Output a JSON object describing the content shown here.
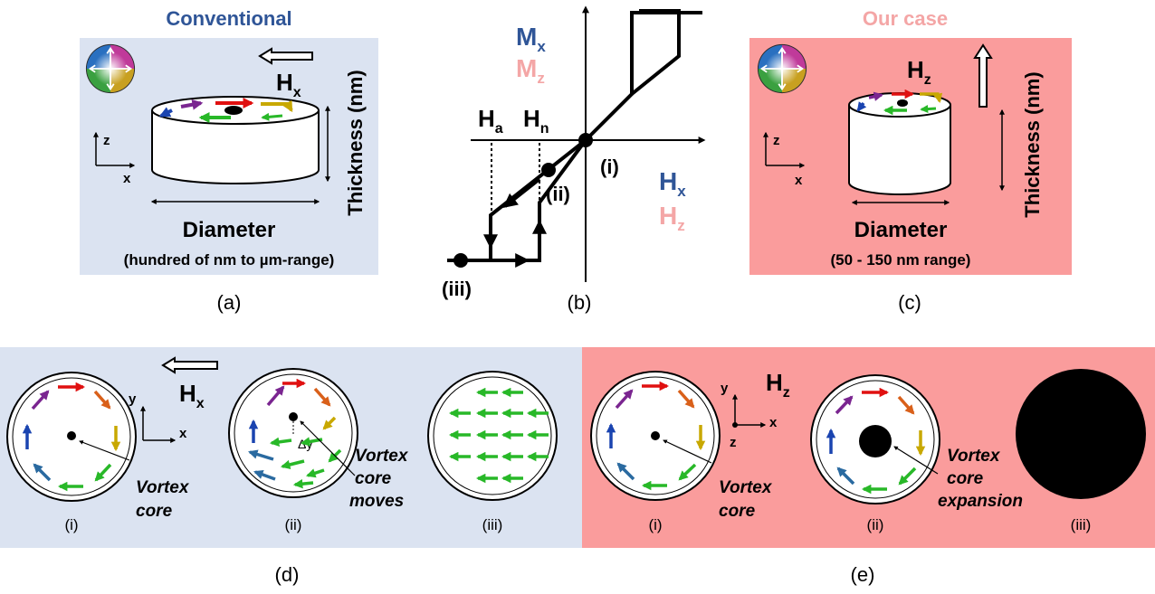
{
  "panel_a": {
    "title": "Conventional",
    "field": "H",
    "field_sub": "x",
    "thickness": "Thickness (nm)",
    "diameter": "Diameter",
    "range": "(hundred of nm to µm-range)",
    "axis_z": "z",
    "axis_x": "x",
    "caption": "(a)"
  },
  "panel_b": {
    "m1": "M",
    "m1_sub": "x",
    "m2": "M",
    "m2_sub": "z",
    "h1": "H",
    "h1_sub": "x",
    "h2": "H",
    "h2_sub": "z",
    "ha": "H",
    "ha_sub": "a",
    "hn": "H",
    "hn_sub": "n",
    "state_i": "(i)",
    "state_ii": "(ii)",
    "state_iii": "(iii)",
    "caption": "(b)"
  },
  "panel_c": {
    "title": "Our case",
    "field": "H",
    "field_sub": "z",
    "thickness": "Thickness (nm)",
    "diameter": "Diameter",
    "range": "(50 - 150 nm range)",
    "axis_z": "z",
    "axis_x": "x",
    "caption": "(c)"
  },
  "panel_d": {
    "field": "H",
    "field_sub": "x",
    "axis_y": "y",
    "axis_x": "x",
    "dy": "Δy",
    "label_i": [
      "Vortex",
      "core"
    ],
    "label_ii": [
      "Vortex",
      "core",
      "moves"
    ],
    "sub_i": "(i)",
    "sub_ii": "(ii)",
    "sub_iii": "(iii)",
    "caption": "(d)"
  },
  "panel_e": {
    "field": "H",
    "field_sub": "z",
    "axis_y": "y",
    "axis_x": "x",
    "axis_z": "z",
    "label_i": [
      "Vortex",
      "core"
    ],
    "label_ii": [
      "Vortex",
      "core",
      "expansion"
    ],
    "sub_i": "(i)",
    "sub_ii": "(ii)",
    "sub_iii": "(iii)",
    "caption": "(e)"
  },
  "colors": {
    "blue_bg": "#dbe3f1",
    "pink_bg": "#fa9c9c",
    "title_blue": "#2f5597",
    "title_pink": "#f4a6a6",
    "mx_blue": "#2f5597",
    "mz_pink": "#f4a6a6",
    "red": "#e01010",
    "orange": "#d9601a",
    "yellow": "#c8a800",
    "green": "#28b828",
    "blue": "#1a44b0",
    "purple": "#7a2590",
    "steel": "#2a6aa0"
  },
  "icons": [
    "color-wheel-icon",
    "field-arrow-icon",
    "coordinate-axes-icon"
  ]
}
